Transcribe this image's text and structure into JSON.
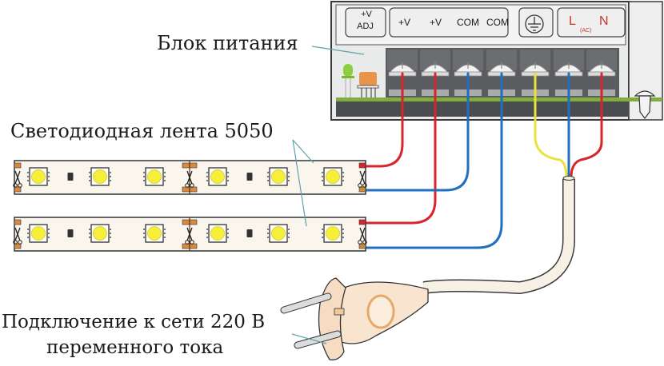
{
  "labels": {
    "power_supply": "Блок питания",
    "led_strip": "Светодиодная лента 5050",
    "mains_line1": "Подключение к сети 220 В",
    "mains_line2": "переменного тока"
  },
  "power_supply": {
    "terminal_groups": [
      {
        "id": "adj",
        "lines": [
          "+V",
          "ADJ"
        ]
      },
      {
        "id": "dc-out",
        "lines": [
          "+V",
          "+V",
          "COM",
          "COM"
        ]
      },
      {
        "id": "ground",
        "icon": "ground-icon"
      },
      {
        "id": "ac-in",
        "lines": [
          "L",
          "N"
        ],
        "sublabel": "(AC)"
      }
    ],
    "terminals": [
      "+V",
      "+V",
      "COM",
      "COM",
      "GND",
      "L",
      "N"
    ]
  },
  "wires": [
    {
      "from": "+V terminal 1",
      "to": "strip 1 +",
      "color": "#d7262b"
    },
    {
      "from": "+V terminal 2",
      "to": "strip 2 +",
      "color": "#d7262b"
    },
    {
      "from": "COM terminal 1",
      "to": "strip 1 −",
      "color": "#1f6fbf"
    },
    {
      "from": "COM terminal 2",
      "to": "strip 2 −",
      "color": "#1f6fbf"
    },
    {
      "from": "GND terminal",
      "to": "mains cable",
      "color": "#e8e23a"
    },
    {
      "from": "L terminal",
      "to": "mains cable",
      "color": "#1f6fbf"
    },
    {
      "from": "N terminal",
      "to": "mains cable",
      "color": "#d7262b"
    }
  ],
  "colors": {
    "positive": "#d7262b",
    "negative": "#1f6fbf",
    "ground": "#e8e23a",
    "strip": "#faf6ee",
    "led": "#f5ef3a",
    "pad": "#d98a3c",
    "psu_body": "#e9eaea",
    "psu_dark": "#4a4c4f",
    "pcb": "#7fae3e",
    "leader": "#5aa3a8",
    "mains_text": "#c0392b"
  },
  "strips": [
    {
      "name": "strip-1",
      "leds_per_segment": 3,
      "segments": 2
    },
    {
      "name": "strip-2",
      "leds_per_segment": 3,
      "segments": 2
    }
  ]
}
